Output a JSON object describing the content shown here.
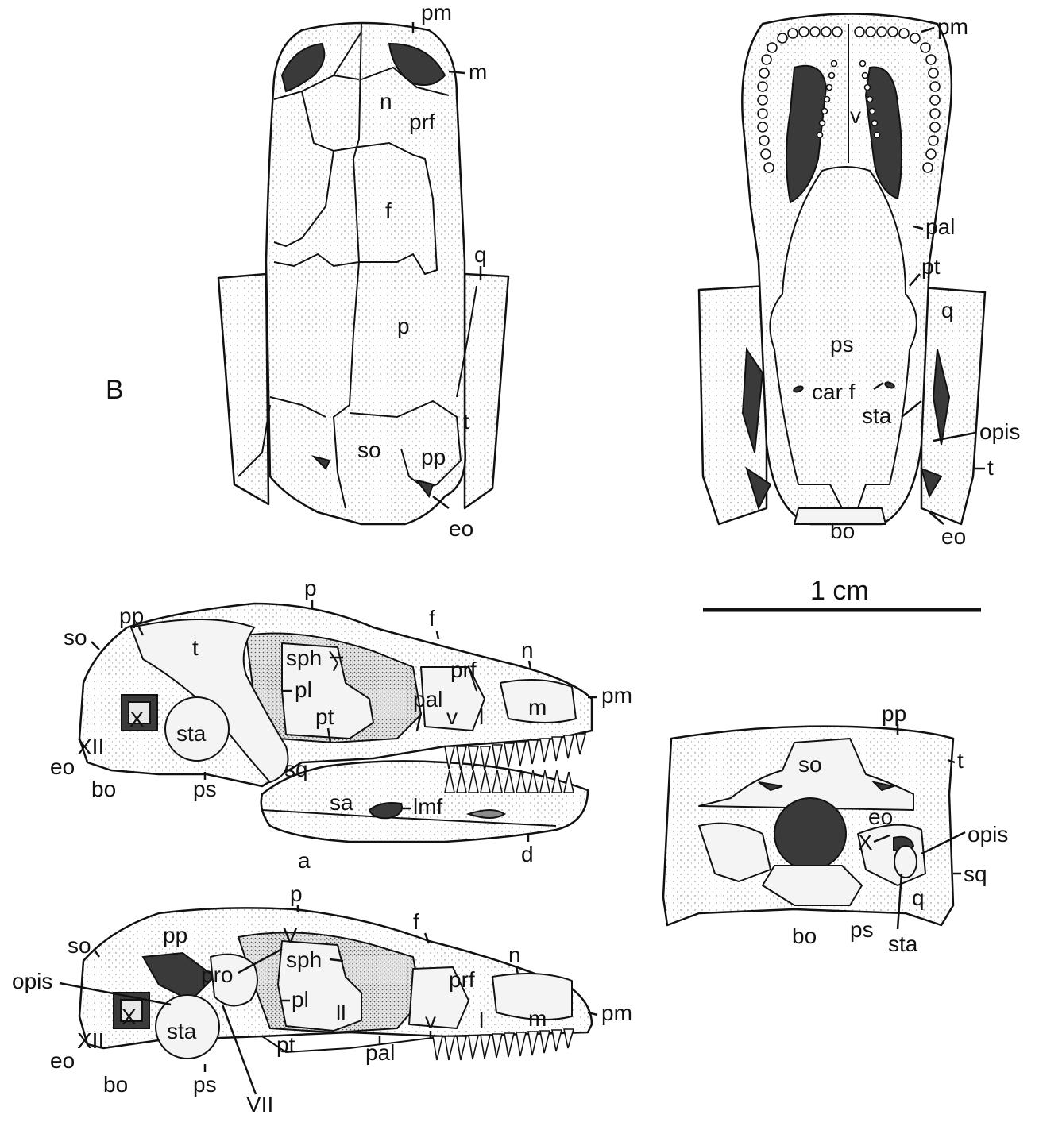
{
  "panel_letter": "B",
  "scale_bar": {
    "label": "1 cm"
  },
  "dorsal_view": {
    "labels": {
      "pm": "pm",
      "m": "m",
      "n": "n",
      "prf": "prf",
      "f": "f",
      "q": "q",
      "p": "p",
      "t": "t",
      "so": "so",
      "pp": "pp",
      "eo": "eo"
    }
  },
  "ventral_view": {
    "labels": {
      "pm": "pm",
      "v": "v",
      "pal": "pal",
      "pt": "pt",
      "q": "q",
      "ps": "ps",
      "car_f": "car f",
      "sta": "sta",
      "opis": "opis",
      "t": "t",
      "bo": "bo",
      "eo": "eo"
    }
  },
  "lateral_view": {
    "labels": {
      "pp": "pp",
      "p": "p",
      "so": "so",
      "t": "t",
      "f": "f",
      "n": "n",
      "sph": "sph",
      "prf": "prf",
      "pl": "pl",
      "pm": "pm",
      "pal": "pal",
      "X": "X",
      "sta": "sta",
      "pt": "pt",
      "v": "v",
      "l": "l",
      "m": "m",
      "XII": "XII",
      "eo": "eo",
      "sq": "sq",
      "bo": "bo",
      "ps": "ps",
      "sa": "sa",
      "lmf": "lmf",
      "a": "a",
      "d": "d"
    }
  },
  "medial_view": {
    "labels": {
      "p": "p",
      "so": "so",
      "pp": "pp",
      "f": "f",
      "V": "V",
      "n": "n",
      "sph": "sph",
      "opis": "opis",
      "pro": "pro",
      "prf": "prf",
      "pl": "pl",
      "ll": "ll",
      "X": "X",
      "sta": "sta",
      "v": "v",
      "l": "l",
      "m": "m",
      "pm": "pm",
      "XII": "XII",
      "eo": "eo",
      "pt": "pt",
      "pal": "pal",
      "bo": "bo",
      "ps": "ps",
      "VII": "VII"
    }
  },
  "occipital_view": {
    "labels": {
      "pp": "pp",
      "so": "so",
      "t": "t",
      "eo": "eo",
      "X": "X",
      "opis": "opis",
      "sq": "sq",
      "q": "q",
      "bo": "bo",
      "ps": "ps",
      "sta": "sta"
    }
  }
}
